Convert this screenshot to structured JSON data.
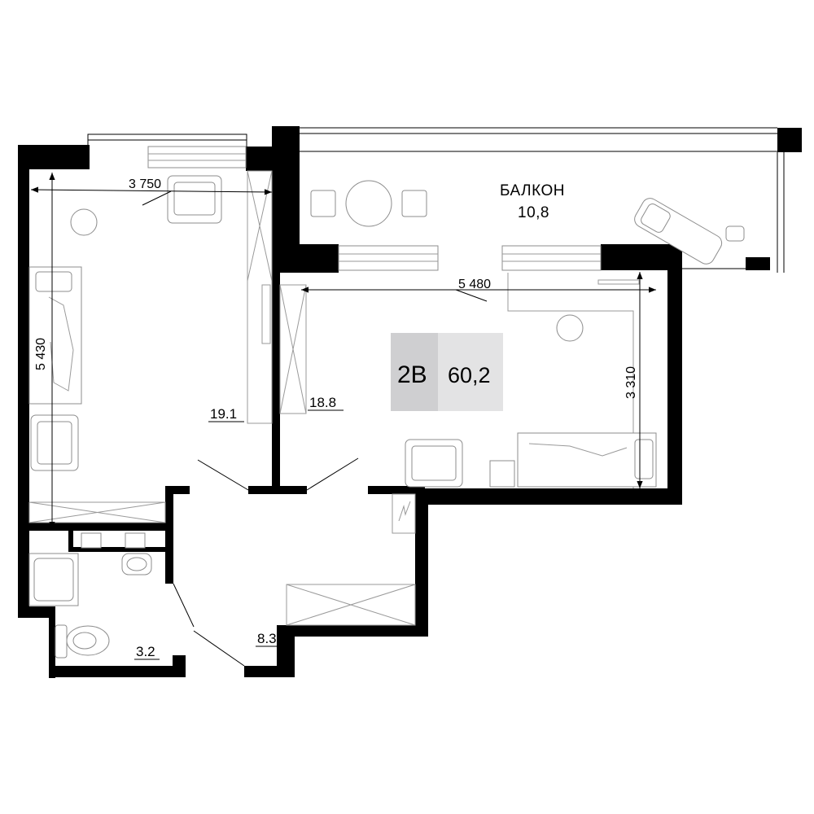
{
  "apartment": {
    "type_code": "2В",
    "total_area": "60,2",
    "badge_colors": {
      "type_bg": "#cfcfd1",
      "area_bg": "#e3e3e4"
    }
  },
  "balcony": {
    "label": "БАЛКОН",
    "area": "10,8"
  },
  "rooms": {
    "bedroom_area": "19.1",
    "living_area": "18.8",
    "hall_area": "8.3",
    "bathroom_area": "3.2"
  },
  "dimensions": {
    "bedroom_width": "3 750",
    "bedroom_length": "5 430",
    "living_width": "5 480",
    "living_depth": "3 310"
  }
}
